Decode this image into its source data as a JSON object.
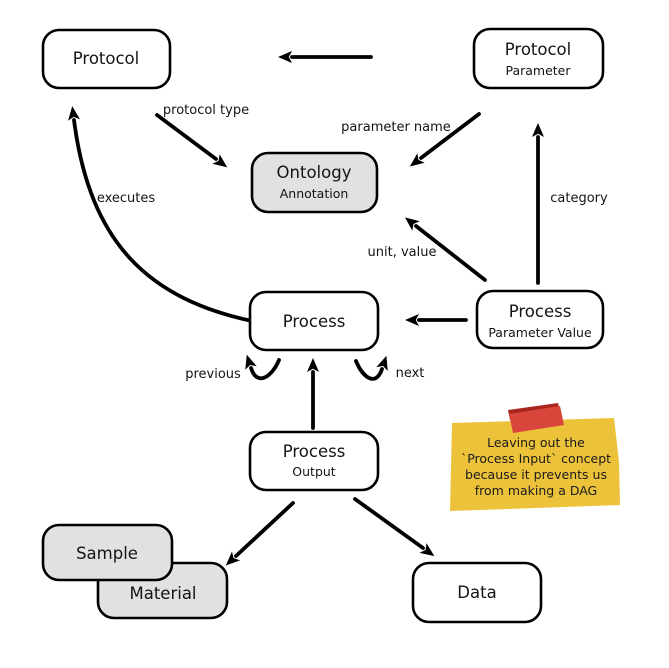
{
  "colors": {
    "background": "#ffffff",
    "stroke": "#000000",
    "node_fill": "#ffffff",
    "node_fill_shaded": "#e1e1e1",
    "note_fill": "#ecc23b",
    "tape_fill": "#d8453a",
    "tape_shade": "#a8261e",
    "text": "#141414"
  },
  "nodes": {
    "protocol": {
      "title": "Protocol"
    },
    "protocol_parameter": {
      "title": "Protocol",
      "subtitle": "Parameter"
    },
    "ontology_annotation": {
      "title": "Ontology",
      "subtitle": "Annotation"
    },
    "process": {
      "title": "Process"
    },
    "process_parameter_value": {
      "title": "Process",
      "subtitle": "Parameter Value"
    },
    "process_output": {
      "title": "Process",
      "subtitle": "Output"
    },
    "sample": {
      "title": "Sample"
    },
    "material": {
      "title": "Material"
    },
    "data": {
      "title": "Data"
    }
  },
  "edge_labels": {
    "protocol_type": "protocol type",
    "parameter_name": "parameter name",
    "executes": "executes",
    "category": "category",
    "unit_value": "unit, value",
    "previous": "previous",
    "next": "next"
  },
  "sticky_note": {
    "line1": "Leaving out the",
    "line2": "`Process Input` concept",
    "line3": "because it prevents us",
    "line4": "from making a DAG"
  }
}
